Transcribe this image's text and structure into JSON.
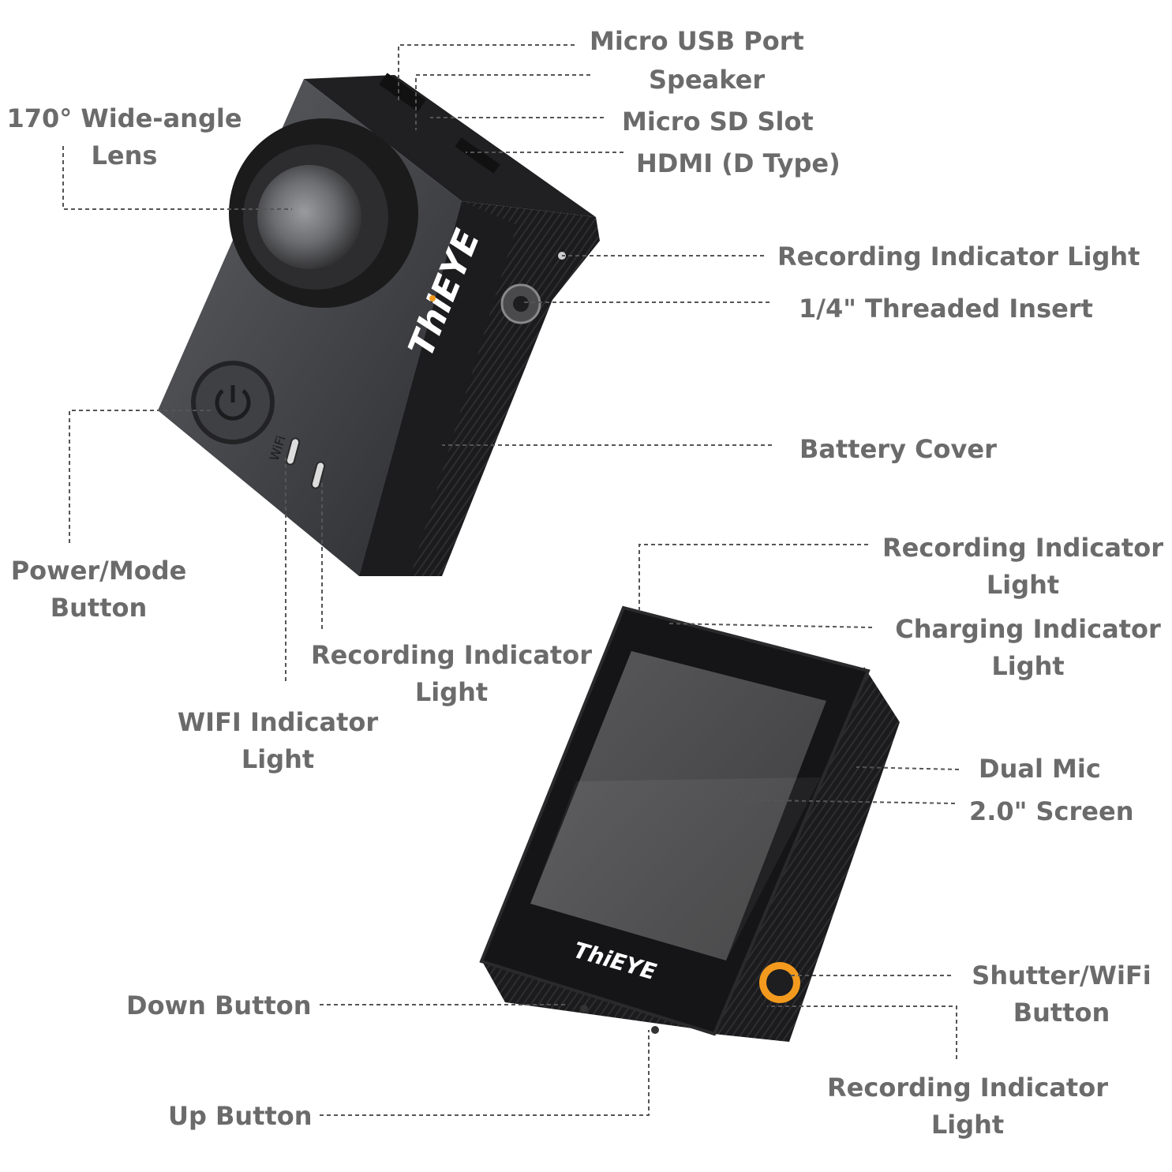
{
  "brand": {
    "name": "ThiEYE"
  },
  "colors": {
    "label_text": "#6b6b6b",
    "leader_line": "#555555",
    "camera_body": "#1c1c1e",
    "accent": "#f39a1e"
  },
  "labels": {
    "micro_usb": [
      "Micro USB Port"
    ],
    "speaker": [
      "Speaker"
    ],
    "lens": [
      "170° Wide-angle",
      "Lens"
    ],
    "micro_sd": [
      "Micro SD Slot"
    ],
    "hdmi": [
      "HDMI (D Type)"
    ],
    "rec_light_side": [
      "Recording Indicator Light"
    ],
    "threaded_insert": [
      "1/4\" Threaded Insert"
    ],
    "battery_cover": [
      "Battery Cover"
    ],
    "rec_light_back_top": [
      "Recording Indicator",
      "Light"
    ],
    "power_mode": [
      "Power/Mode",
      "Button"
    ],
    "charging_light": [
      "Charging Indicator",
      "Light"
    ],
    "rec_light_front": [
      "Recording Indicator",
      "Light"
    ],
    "wifi_light": [
      "WIFI Indicator",
      "Light"
    ],
    "dual_mic": [
      "Dual Mic"
    ],
    "screen": [
      "2.0\" Screen"
    ],
    "shutter_wifi": [
      "Shutter/WiFi",
      "Button"
    ],
    "down_button": [
      "Down Button"
    ],
    "up_button": [
      "Up Button"
    ],
    "rec_light_shutter": [
      "Recording Indicator",
      "Light"
    ]
  }
}
